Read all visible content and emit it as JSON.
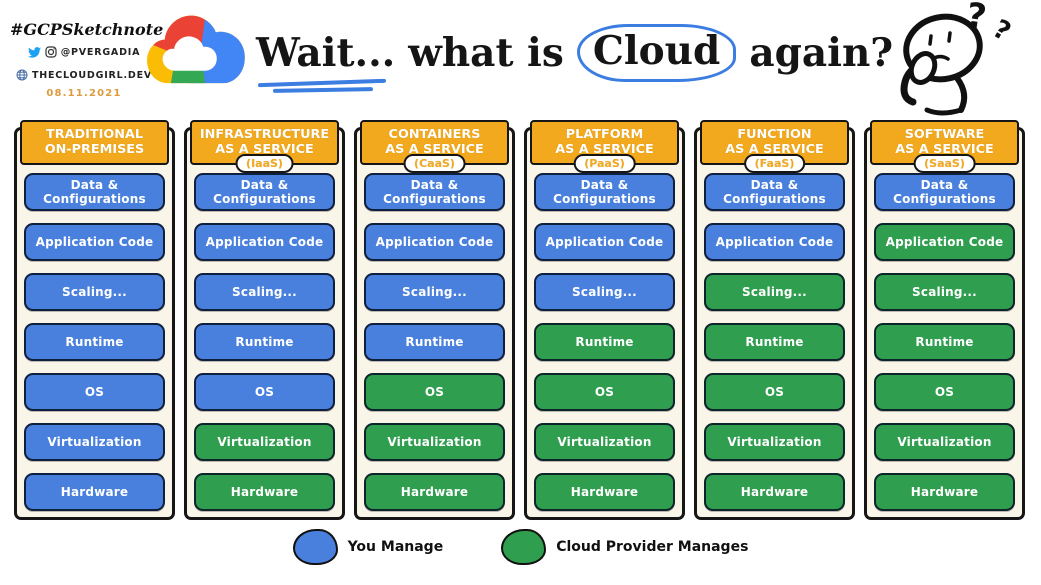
{
  "branding": {
    "hashtag": "#GCPSketchnote",
    "handle": "@PVERGADIA",
    "website": "THECLOUDGIRL.DEV",
    "date": "08.11.2021"
  },
  "title": {
    "part1": "Wait...",
    "part2": "what is",
    "highlight": "Cloud",
    "part3": "again?"
  },
  "colors": {
    "you": "#4a80dd",
    "provider": "#2f9e4f",
    "header": "#f2a91e",
    "accent_blue": "#3b7de0",
    "panel_bg": "#faf5e9",
    "logo_red": "#EA4335",
    "logo_yellow": "#FBBC05",
    "logo_green": "#34A853",
    "logo_blue": "#4285F4",
    "twitter_blue": "#1da1f2"
  },
  "columns": [
    {
      "title_line1": "TRADITIONAL",
      "title_line2": "ON-PREMISES",
      "badge": "",
      "rows": [
        {
          "label": "Data & Configurations",
          "owner": "you"
        },
        {
          "label": "Application Code",
          "owner": "you"
        },
        {
          "label": "Scaling...",
          "owner": "you"
        },
        {
          "label": "Runtime",
          "owner": "you"
        },
        {
          "label": "OS",
          "owner": "you"
        },
        {
          "label": "Virtualization",
          "owner": "you"
        },
        {
          "label": "Hardware",
          "owner": "you"
        }
      ]
    },
    {
      "title_line1": "INFRASTRUCTURE",
      "title_line2": "AS A SERVICE",
      "badge": "(IaaS)",
      "rows": [
        {
          "label": "Data & Configurations",
          "owner": "you"
        },
        {
          "label": "Application Code",
          "owner": "you"
        },
        {
          "label": "Scaling...",
          "owner": "you"
        },
        {
          "label": "Runtime",
          "owner": "you"
        },
        {
          "label": "OS",
          "owner": "you"
        },
        {
          "label": "Virtualization",
          "owner": "provider"
        },
        {
          "label": "Hardware",
          "owner": "provider"
        }
      ]
    },
    {
      "title_line1": "CONTAINERS",
      "title_line2": "AS A SERVICE",
      "badge": "(CaaS)",
      "rows": [
        {
          "label": "Data & Configurations",
          "owner": "you"
        },
        {
          "label": "Application Code",
          "owner": "you"
        },
        {
          "label": "Scaling...",
          "owner": "you"
        },
        {
          "label": "Runtime",
          "owner": "you"
        },
        {
          "label": "OS",
          "owner": "provider"
        },
        {
          "label": "Virtualization",
          "owner": "provider"
        },
        {
          "label": "Hardware",
          "owner": "provider"
        }
      ]
    },
    {
      "title_line1": "PLATFORM",
      "title_line2": "AS A SERVICE",
      "badge": "(PaaS)",
      "rows": [
        {
          "label": "Data & Configurations",
          "owner": "you"
        },
        {
          "label": "Application Code",
          "owner": "you"
        },
        {
          "label": "Scaling...",
          "owner": "you"
        },
        {
          "label": "Runtime",
          "owner": "provider"
        },
        {
          "label": "OS",
          "owner": "provider"
        },
        {
          "label": "Virtualization",
          "owner": "provider"
        },
        {
          "label": "Hardware",
          "owner": "provider"
        }
      ]
    },
    {
      "title_line1": "FUNCTION",
      "title_line2": "AS A SERVICE",
      "badge": "(FaaS)",
      "rows": [
        {
          "label": "Data & Configurations",
          "owner": "you"
        },
        {
          "label": "Application Code",
          "owner": "you"
        },
        {
          "label": "Scaling...",
          "owner": "provider"
        },
        {
          "label": "Runtime",
          "owner": "provider"
        },
        {
          "label": "OS",
          "owner": "provider"
        },
        {
          "label": "Virtualization",
          "owner": "provider"
        },
        {
          "label": "Hardware",
          "owner": "provider"
        }
      ]
    },
    {
      "title_line1": "SOFTWARE",
      "title_line2": "AS A SERVICE",
      "badge": "(SaaS)",
      "rows": [
        {
          "label": "Data & Configurations",
          "owner": "you"
        },
        {
          "label": "Application Code",
          "owner": "provider"
        },
        {
          "label": "Scaling...",
          "owner": "provider"
        },
        {
          "label": "Runtime",
          "owner": "provider"
        },
        {
          "label": "OS",
          "owner": "provider"
        },
        {
          "label": "Virtualization",
          "owner": "provider"
        },
        {
          "label": "Hardware",
          "owner": "provider"
        }
      ]
    }
  ],
  "legend": [
    {
      "label": "You Manage",
      "owner": "you"
    },
    {
      "label": "Cloud Provider Manages",
      "owner": "provider"
    }
  ]
}
